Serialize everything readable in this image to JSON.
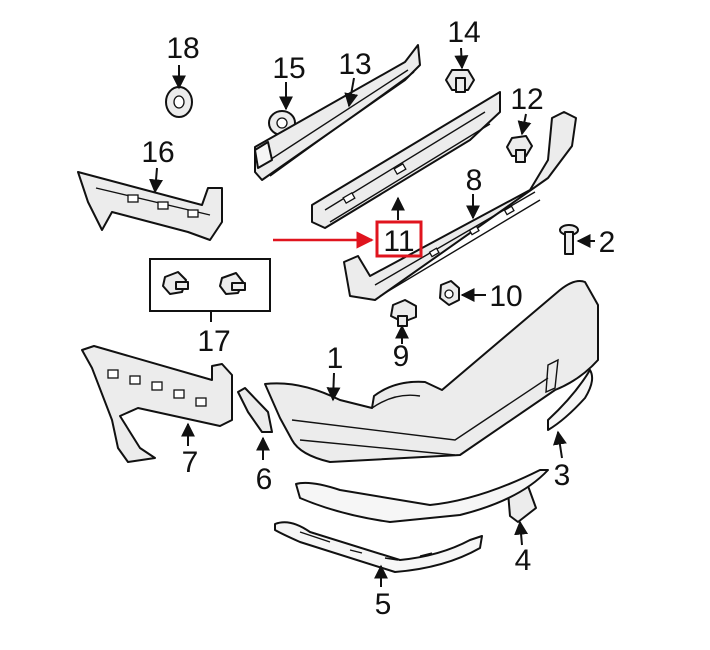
{
  "colors": {
    "highlight": "#e0141e",
    "ink": "#111111",
    "part_fill": "#ececec"
  },
  "callouts": {
    "c1": "1",
    "c2": "2",
    "c3": "3",
    "c4": "4",
    "c5": "5",
    "c6": "6",
    "c7": "7",
    "c8": "8",
    "c9": "9",
    "c10": "10",
    "c11": "11",
    "c12": "12",
    "c13": "13",
    "c14": "14",
    "c15": "15",
    "c16": "16",
    "c17": "17",
    "c18": "18"
  }
}
